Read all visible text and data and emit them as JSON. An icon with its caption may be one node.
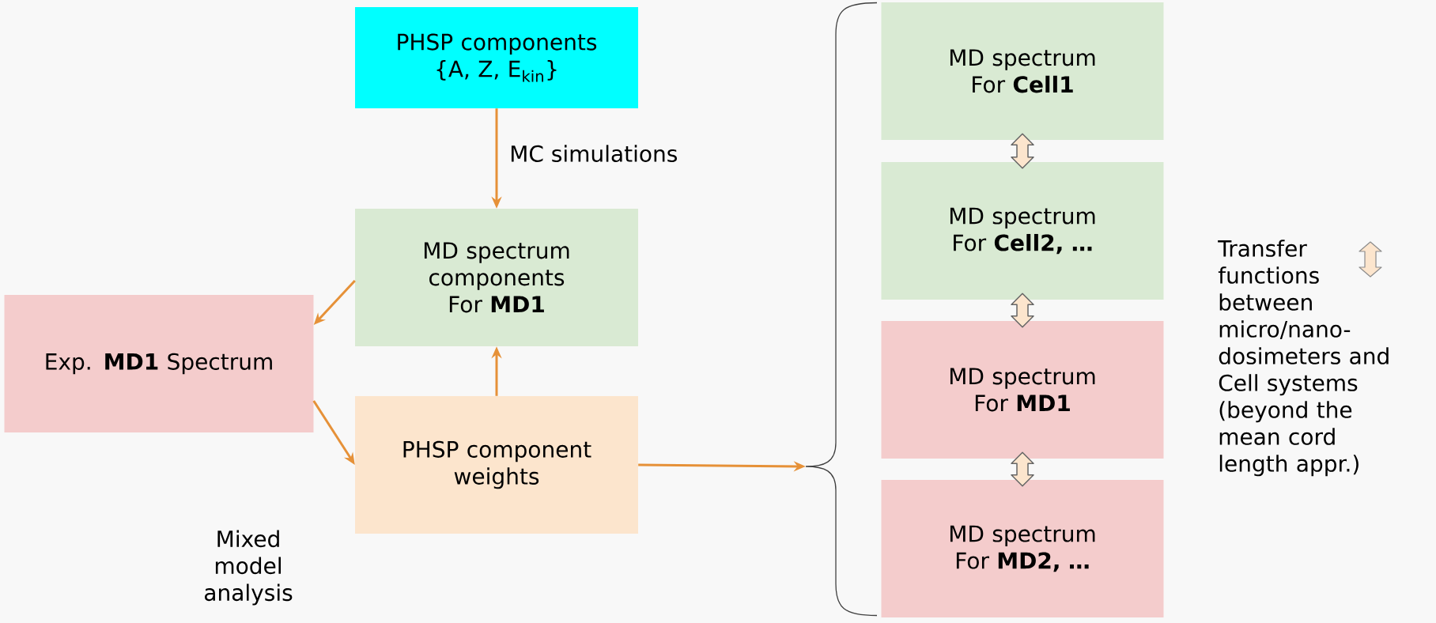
{
  "diagram": {
    "nodes": [
      {
        "text": [
          "PHSP components {A, Z, E$_{kin}$}"
        ]
      },
      {
        "text": [
          "MD spectrum components For **MD1**"
        ]
      },
      {
        "text": [
          "Exp. **MD1** Spectrum"
        ]
      },
      {
        "text": [
          "PHSP component weights"
        ]
      },
      {
        "text": [
          "MD spectrum For **Cell1**"
        ]
      },
      {
        "text": [
          "MD spectrum For **Cell2, …**"
        ]
      },
      {
        "text": [
          "MD spectrum For **MD1**"
        ]
      },
      {
        "text": [
          "MD spectrum For **MD2, …**"
        ]
      },
      {
        "text": [],
        "shape": "brace"
      }
    ],
    "edges": [
      {
        "from": 0,
        "to": 1,
        "arrow": "to",
        "label": "MC simulations"
      },
      {
        "from": 1,
        "to": 2,
        "arrow": "to"
      },
      {
        "from": 2,
        "to": 3,
        "arrow": "to"
      },
      {
        "from": 3,
        "to": 1,
        "arrow": "to"
      },
      {
        "from": 3,
        "to": 8,
        "arrow": "to"
      },
      {
        "from": 4,
        "to": 5,
        "arrow": "both",
        "style": "thick",
        "color": "#fce5cd"
      },
      {
        "from": 5,
        "to": 6,
        "arrow": "both",
        "style": "thick",
        "color": "#fce5cd"
      },
      {
        "from": 6,
        "to": 7,
        "arrow": "both",
        "style": "thick",
        "color": "#fce5cd"
      }
    ],
    "labels": [
      "Mixed model analysis"
    ],
    "legend": [
      {
        "text": "Transfer functions between micro/nano-dosimeters and Cell systems (beyond the mean cord length appr.)"
      }
    ]
  }
}
